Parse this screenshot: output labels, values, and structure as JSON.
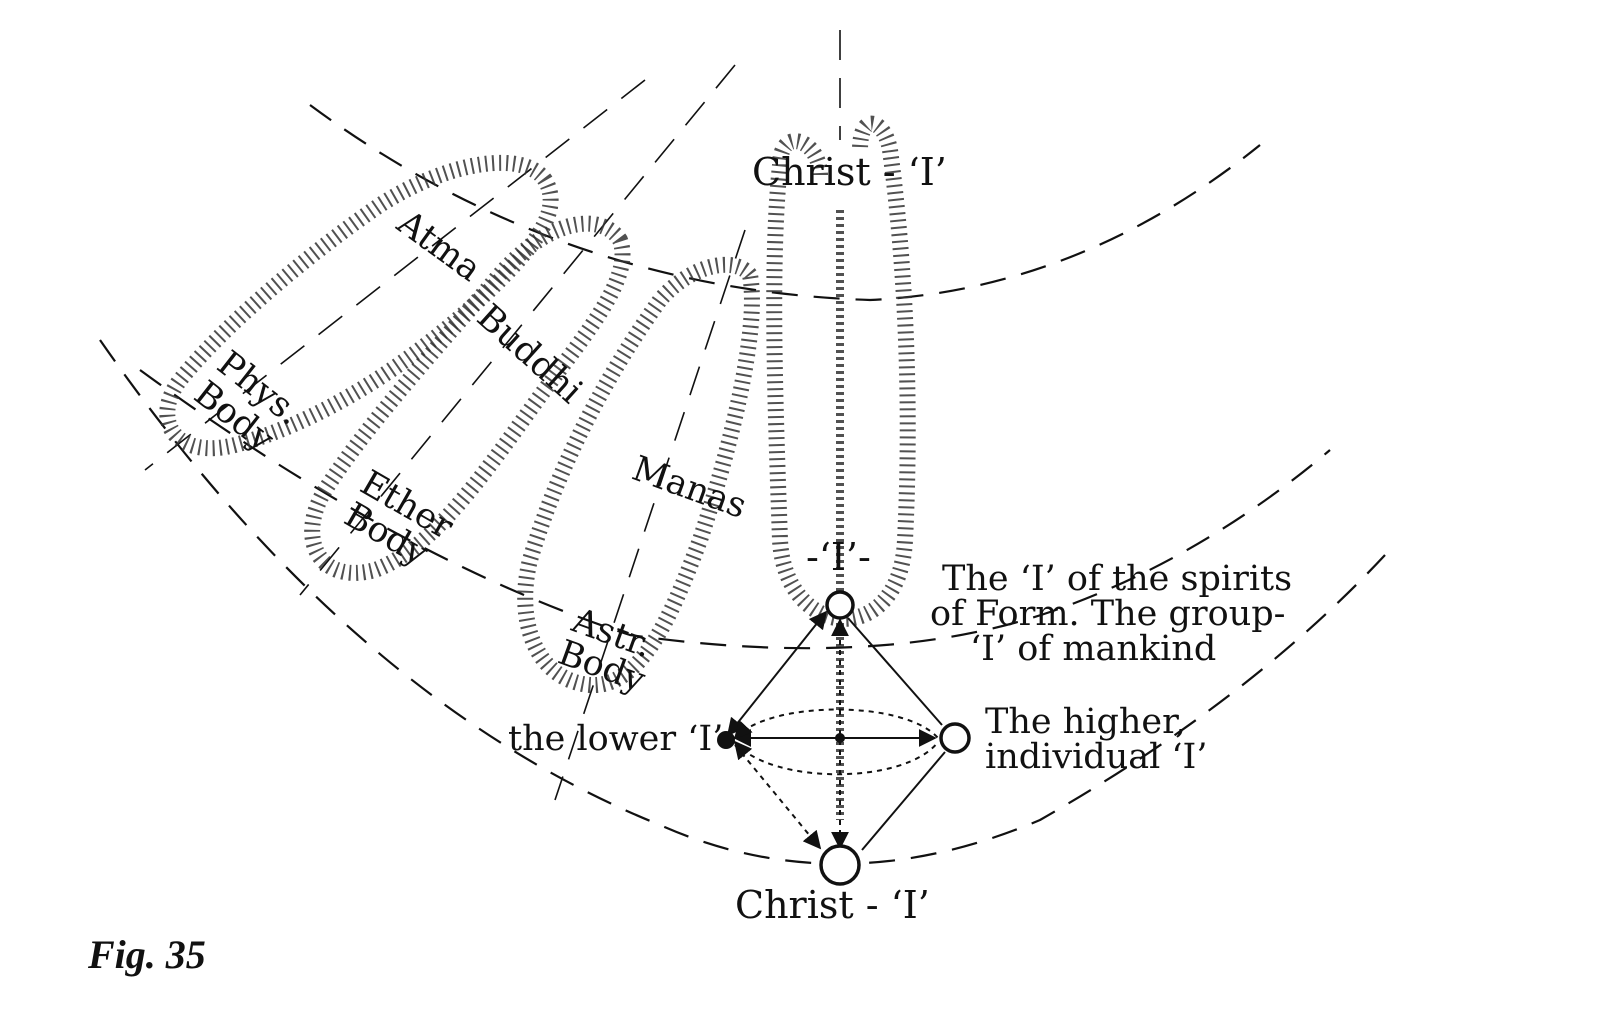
{
  "labels": {
    "christ_i_top": "Christ - ‘I’",
    "atma": "Atma",
    "buddhi": "Buddhi",
    "manas": "Manas",
    "phys_body_1": "Phys.",
    "phys_body_2": "Body",
    "ether_body_1": "Ether",
    "ether_body_2": "Body",
    "astr_body_1": "Astr.",
    "astr_body_2": "Body",
    "i_center": "-‘I’-",
    "spirits_form_1": "The ‘I’ of the spirits",
    "spirits_form_2": "of Form. The group-",
    "spirits_form_3": "‘I’ of mankind",
    "lower_i": "the lower ‘I’",
    "higher_i_1": "The higher,",
    "higher_i_2": "individual ‘I’",
    "christ_i_bottom": "Christ - ‘I’",
    "fig_caption": "Fig. 35"
  }
}
